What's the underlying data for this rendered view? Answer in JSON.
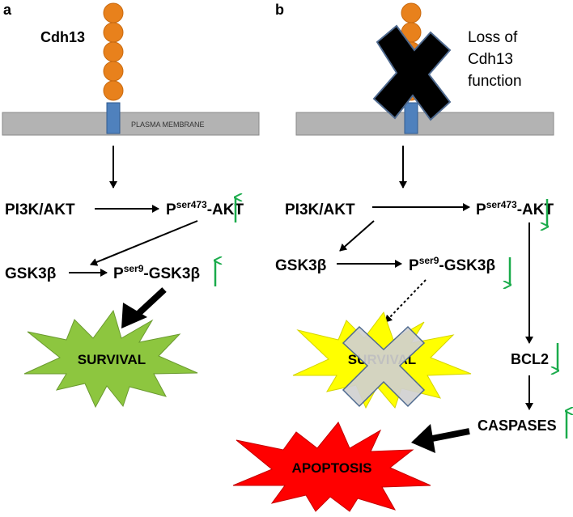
{
  "panels": {
    "a": {
      "letter": "a",
      "protein_label": "Cdh13",
      "membrane_label": "PLASMA MEMBRANE",
      "pi3k_label": "PI3K/AKT",
      "akt_prefix": "P",
      "akt_sup": "ser473",
      "akt_suffix": "-AKT",
      "gsk_label": "GSK3β",
      "pgsk_prefix": "P",
      "pgsk_sup": "ser9",
      "pgsk_suffix": "-GSK3β",
      "survival_label": "SURVIVAL"
    },
    "b": {
      "letter": "b",
      "loss_line1": "Loss of",
      "loss_line2": "Cdh13",
      "loss_line3": "function",
      "pi3k_label": "PI3K/AKT",
      "akt_prefix": "P",
      "akt_sup": "ser473",
      "akt_suffix": "-AKT",
      "gsk_label": "GSK3β",
      "pgsk_prefix": "P",
      "pgsk_sup": "ser9",
      "pgsk_suffix": "-GSK3β",
      "survival_label": "SURVIVAL",
      "bcl2_label": "BCL2",
      "caspases_label": "CASPASES",
      "apoptosis_label": "APOPTOSIS"
    }
  },
  "colors": {
    "bead": "#e8811c",
    "bead_stroke": "#c96a10",
    "transmembrane": "#4f81bd",
    "membrane": "#b3b3b3",
    "green_arrow": "#1aab4b",
    "survival_a": "#8dc63f",
    "survival_b": "#ffff00",
    "apoptosis": "#ff0000",
    "cross_black": "#000000",
    "cross_gray": "#d0d0d0",
    "cross_outline": "#4f6a8f"
  },
  "indicators": {
    "a_akt": "up",
    "a_pgsk": "up",
    "b_akt": "down",
    "b_pgsk": "down",
    "b_bcl2": "down",
    "b_caspases": "up"
  }
}
